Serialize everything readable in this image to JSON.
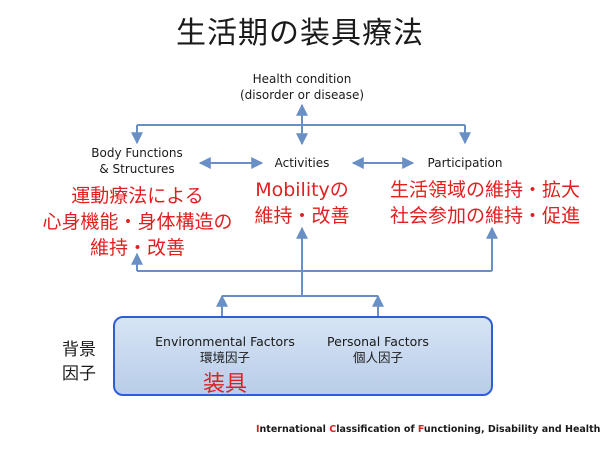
{
  "title": "生活期の装具療法",
  "health": {
    "line1": "Health condition",
    "line2": "(disorder or disease)"
  },
  "body_functions": {
    "line1": "Body Functions",
    "line2": "& Structures",
    "note_line1": "運動療法による",
    "note_line2": "心身機能・身体構造の",
    "note_line3": "維持・改善"
  },
  "activities": {
    "label": "Activities",
    "note_line1": "Mobilityの",
    "note_line2": "維持・改善"
  },
  "participation": {
    "label": "Participation",
    "note_line1": "生活領域の維持・拡大",
    "note_line2": "社会参加の維持・促進"
  },
  "context_label": {
    "line1": "背景",
    "line2": "因子"
  },
  "environmental": {
    "line1": "Environmental Factors",
    "line2": "環境因子",
    "note": "装具"
  },
  "personal": {
    "line1": "Personal Factors",
    "line2": "個人因子"
  },
  "citation": {
    "p1": "I",
    "p2": "nternational ",
    "p3": "C",
    "p4": "lassification of ",
    "p5": "F",
    "p6": "unctioning, Disability and Health (ICF)"
  },
  "colors": {
    "arrow": "#6a8fc4",
    "box_border": "#2d5ed6",
    "accent_red": "#e02020"
  }
}
